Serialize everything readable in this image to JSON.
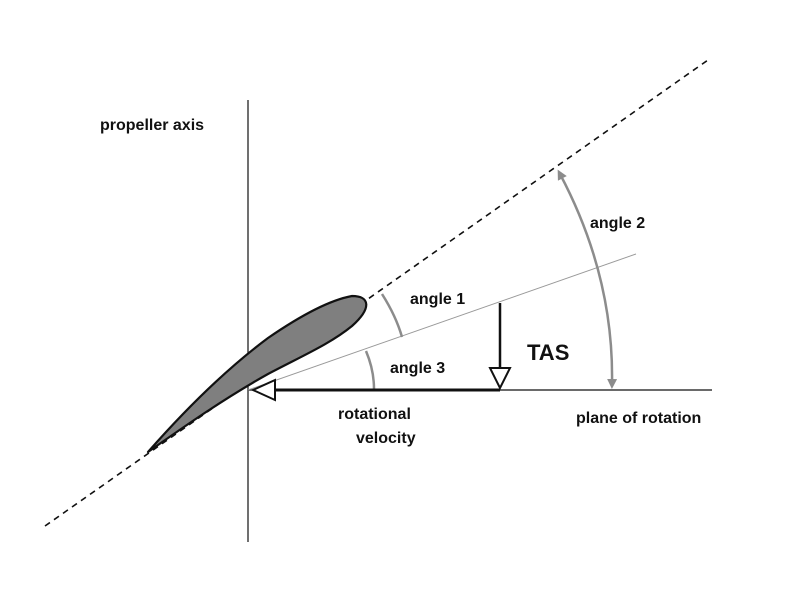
{
  "diagram": {
    "labels": {
      "propeller_axis": "propeller axis",
      "angle_1": "angle 1",
      "angle_2": "angle 2",
      "angle_3": "angle 3",
      "tas": "TAS",
      "rotational_velocity_line1": "rotational",
      "rotational_velocity_line2": "velocity",
      "plane_of_rotation": "plane of rotation"
    },
    "colors": {
      "airfoil_fill": "#7f7f7f",
      "arc_gray": "#8c8c8c",
      "line_dark": "#111111",
      "thin_line": "#999999"
    }
  }
}
